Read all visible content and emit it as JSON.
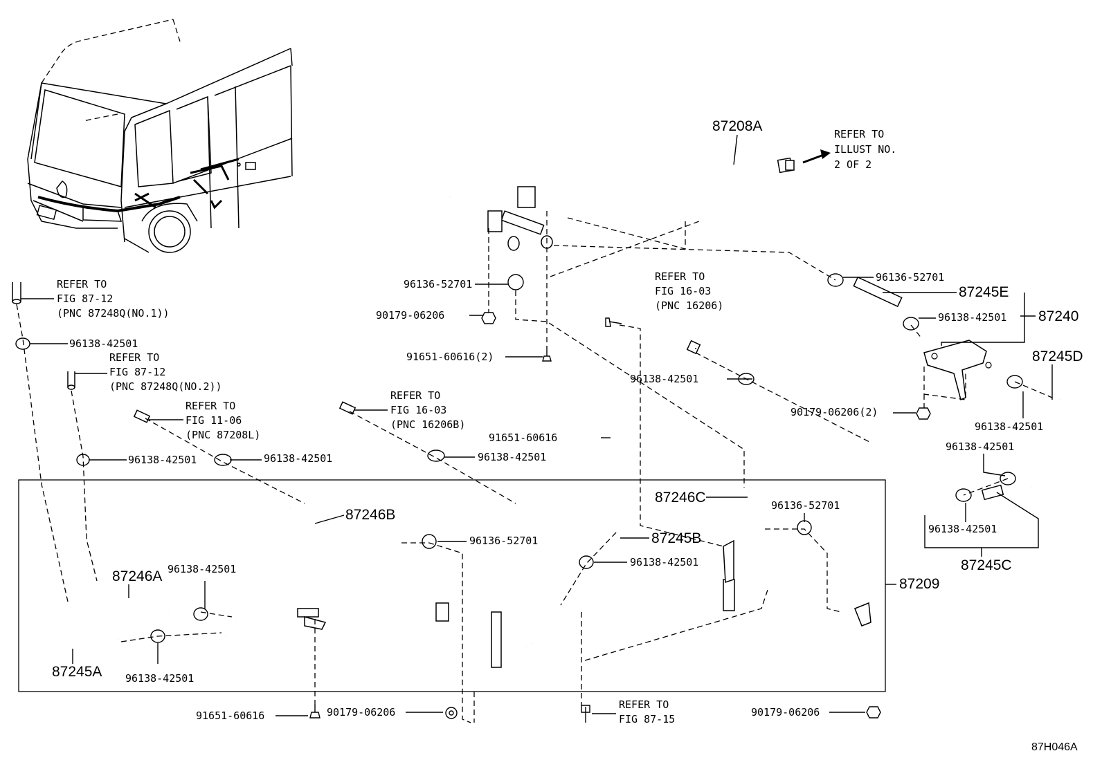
{
  "diagram": {
    "id_code": "87H046A",
    "refers": {
      "r1": {
        "l1": "REFER TO",
        "l2": "FIG 87-12",
        "l3": "(PNC 87248Q(NO.1))"
      },
      "r2": {
        "l1": "REFER TO",
        "l2": "FIG 87-12",
        "l3": "(PNC 87248Q(NO.2))"
      },
      "r3": {
        "l1": "REFER TO",
        "l2": "FIG 11-06",
        "l3": "(PNC 87208L)"
      },
      "r4": {
        "l1": "REFER TO",
        "l2": "FIG 16-03",
        "l3": "(PNC 16206B)"
      },
      "r5": {
        "l1": "REFER TO",
        "l2": "FIG 16-03",
        "l3": "(PNC 16206)"
      },
      "r6": {
        "l1": "REFER TO",
        "l2": "ILLUST NO.",
        "l3": "2 OF 2"
      },
      "r7": {
        "l1": "REFER TO",
        "l2": "FIG 87-15"
      }
    },
    "parts": {
      "p87208A": "87208A",
      "p87245E": "87245E",
      "p87240": "87240",
      "p87245D": "87245D",
      "p87245C": "87245C",
      "p87246C": "87246C",
      "p87245B": "87245B",
      "p87246B": "87246B",
      "p87246A": "87246A",
      "p87245A": "87245A",
      "p87209": "87209"
    },
    "numbers": {
      "n1": "96136-52701",
      "n2": "90179-06206",
      "n3": "91651-60616(2)",
      "n4": "96136-52701",
      "n5": "96138-42501",
      "n6": "96138-42501",
      "n7": "90179-06206(2)",
      "n8": "96138-42501",
      "n9": "96138-42501",
      "n10": "96138-42501",
      "n11": "96138-42501",
      "n12": "96138-42501",
      "n13": "96138-42501",
      "n14": "91651-60616",
      "n15": "96138-42501",
      "n16": "96136-52701",
      "n17": "96136-52701",
      "n18": "96138-42501",
      "n19": "96138-42501",
      "n20": "96138-42501",
      "n21": "91651-60616",
      "n22": "90179-06206",
      "n23": "90179-06206"
    }
  }
}
